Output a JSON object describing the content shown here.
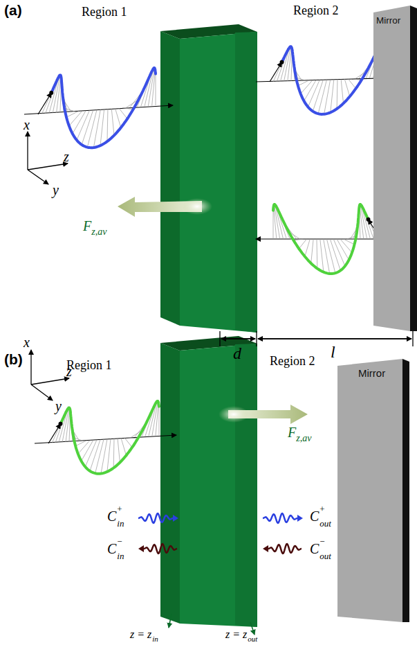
{
  "diagram": {
    "nodes": [
      {
        "text": [
          "Mirror"
        ]
      },
      {
        "text": [
          "Mirror"
        ]
      }
    ],
    "labels": [
      "(a)",
      "Region 1",
      "Region 2",
      "x",
      "z",
      "y",
      "F",
      "z,av",
      "d",
      "l",
      "(b)",
      "Region 1",
      "Region 2",
      "x",
      "z",
      "y",
      "F",
      "z,av",
      "C",
      "+",
      "in",
      "C",
      "−",
      "in",
      "C",
      "+",
      "out",
      "C",
      "−",
      "out",
      "z = z",
      "in",
      "z = z",
      "out"
    ]
  }
}
